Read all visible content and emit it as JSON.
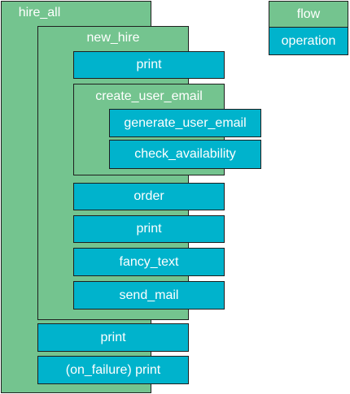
{
  "diagram": {
    "hire_all": "hire_all",
    "new_hire": "new_hire",
    "print_1": "print",
    "create_user_email": "create_user_email",
    "generate_user_email": "generate_user_email",
    "check_availability": "check_availability",
    "order": "order",
    "print_2": "print",
    "fancy_text": "fancy_text",
    "send_mail": "send_mail",
    "print_3": "print",
    "on_failure_print": "(on_failure) print"
  },
  "legend": {
    "flow": "flow",
    "operation": "operation"
  },
  "colors": {
    "flow": "#74c48f",
    "operation": "#00b3cc",
    "border": "#1f1f1f",
    "text": "#ffffff"
  }
}
